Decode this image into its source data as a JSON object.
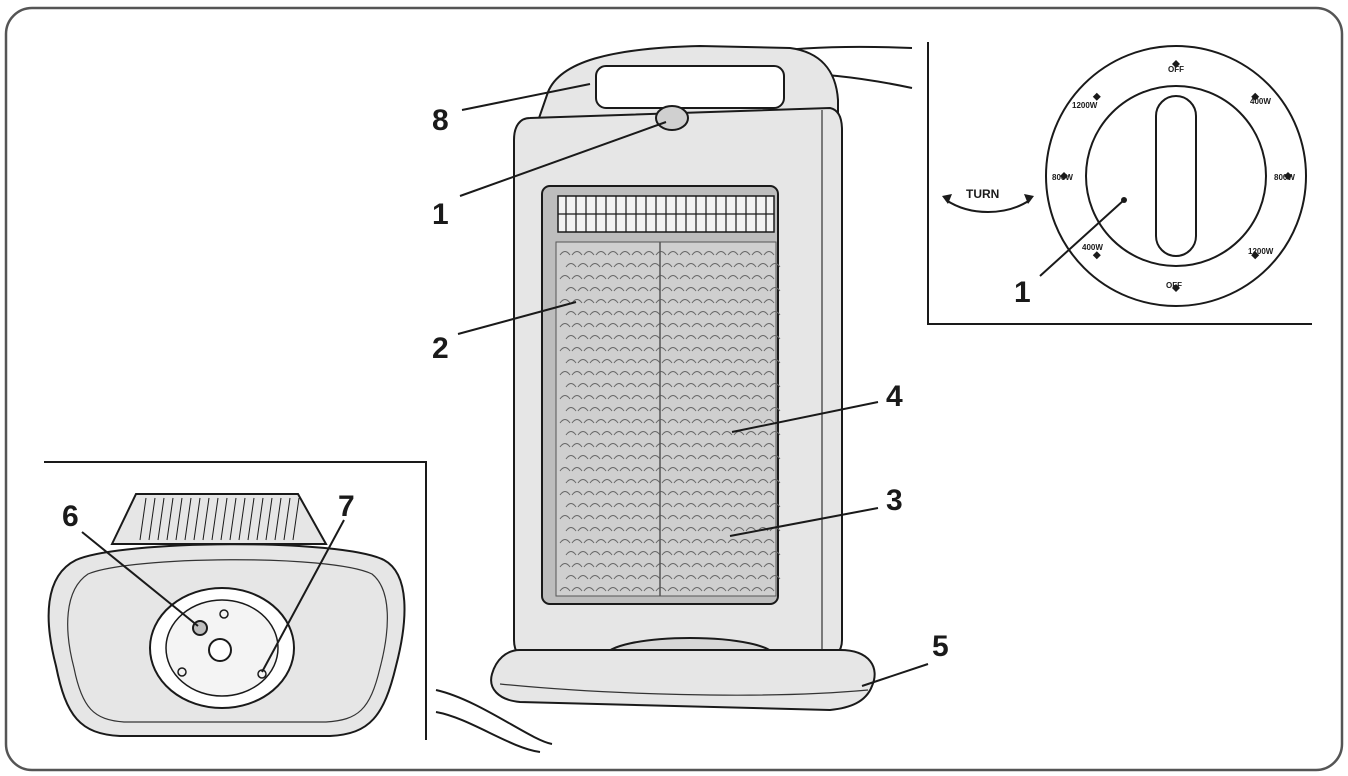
{
  "colors": {
    "frame": "#555555",
    "stroke": "#1a1a1a",
    "body": "#e6e6e6",
    "panel": "#bdbdbd"
  },
  "callouts": {
    "c8": "8",
    "c1_main": "1",
    "c2": "2",
    "c4": "4",
    "c3": "3",
    "c5": "5",
    "c6": "6",
    "c7": "7",
    "c1_dial": "1"
  },
  "dial": {
    "turn": "TURN",
    "labels": {
      "top": "OFF",
      "top_right": "400W",
      "right": "800W",
      "bottom_right": "1200W",
      "bottom": "OFF",
      "bottom_left": "400W",
      "left": "800W",
      "top_left": "1200W"
    }
  }
}
